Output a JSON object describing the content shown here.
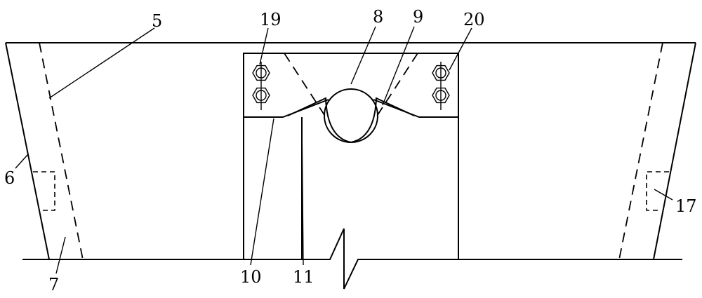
{
  "labels": {
    "l5": "5",
    "l6": "6",
    "l7": "7",
    "l8": "8",
    "l9": "9",
    "l10": "10",
    "l11": "11",
    "l17": "17",
    "l19": "19",
    "l20": "20"
  }
}
